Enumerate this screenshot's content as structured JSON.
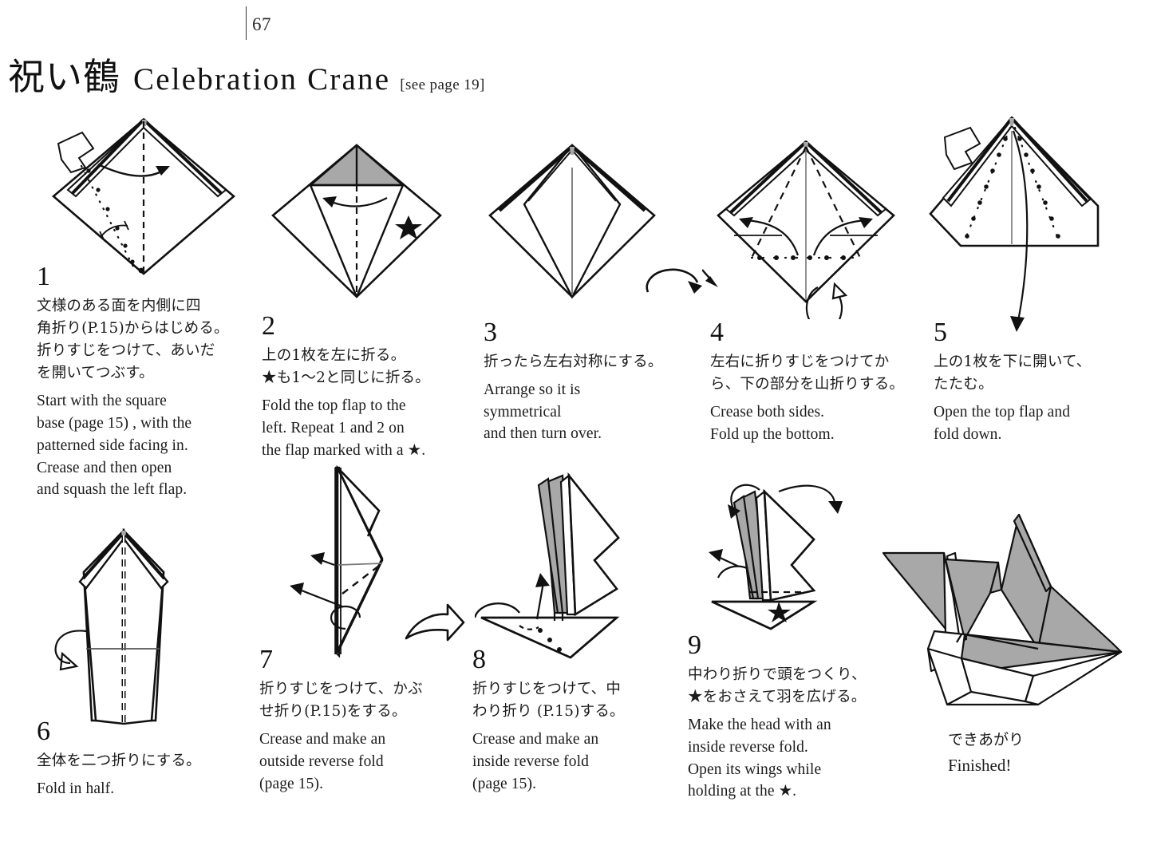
{
  "page": {
    "number": "67"
  },
  "title": {
    "jp": "祝い鶴",
    "en": "Celebration Crane",
    "reference": "[see page 19]"
  },
  "steps": [
    {
      "num": "1",
      "jp": "文様のある面を内側に四\n角折り(P.15)からはじめる。\n折りすじをつけて、あいだ\nを開いてつぶす。",
      "en": "Start with the square\nbase (page 15) , with the\npatterned side facing in.\nCrease and then open\nand squash the left flap."
    },
    {
      "num": "2",
      "jp": "上の1枚を左に折る。\n★も1〜2と同じに折る。",
      "en": "Fold the top flap to the\nleft. Repeat 1 and 2 on\nthe flap marked with a ★."
    },
    {
      "num": "3",
      "jp": "折ったら左右対称にする。",
      "en": "Arrange so it is\nsymmetrical\nand then turn over."
    },
    {
      "num": "4",
      "jp": "左右に折りすじをつけてか\nら、下の部分を山折りする。",
      "en": "Crease both sides.\nFold up the bottom."
    },
    {
      "num": "5",
      "jp": "上の1枚を下に開いて、\nたたむ。",
      "en": "Open the top flap and\nfold down."
    },
    {
      "num": "6",
      "jp": "全体を二つ折りにする。",
      "en": "Fold in half."
    },
    {
      "num": "7",
      "jp": "折りすじをつけて、かぶ\nせ折り(P.15)をする。",
      "en": "Crease and make an\noutside reverse fold\n(page 15)."
    },
    {
      "num": "8",
      "jp": "折りすじをつけて、中\nわり折り (P.15)する。",
      "en": "Crease and make an\ninside reverse fold\n(page 15)."
    },
    {
      "num": "9",
      "jp": "中わり折りで頭をつくり、\n★をおさえて羽を広げる。",
      "en": "Make the head with an\ninside reverse fold.\nOpen its wings while\nholding at the ★."
    }
  ],
  "finished": {
    "jp": "できあがり",
    "en": "Finished!"
  },
  "colors": {
    "ink": "#111111",
    "paper_shade": "#a8a8a8",
    "paper_white": "#ffffff",
    "background": "#ffffff"
  }
}
